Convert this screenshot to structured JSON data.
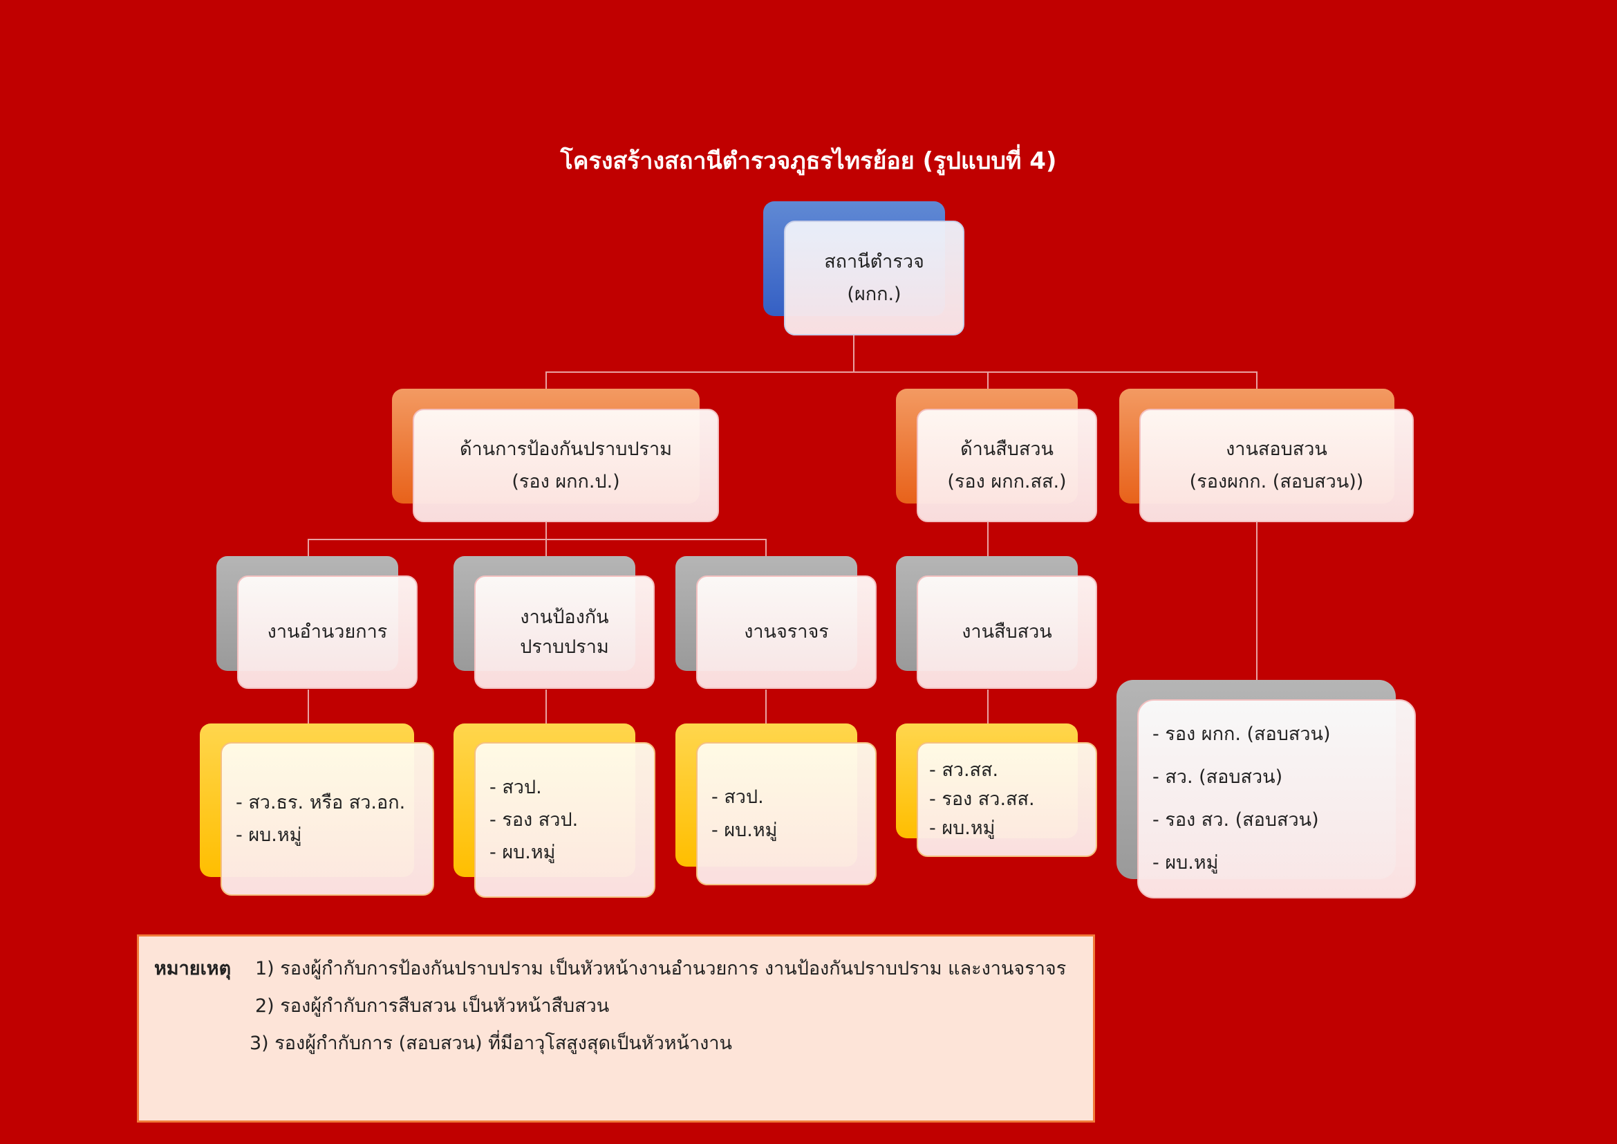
{
  "title": "โครงสร้างสถานีตำรวจภูธรไทรย้อย (รูปแบบที่ 4)",
  "colors": {
    "background": "#c00000",
    "top": "#3a62c0",
    "level1": "#e8601c",
    "level2": "#a6a6a6",
    "level3": "#ffc000"
  },
  "top": {
    "line1": "สถานีตำรวจ",
    "line2": "(ผกก.)"
  },
  "level1": [
    {
      "line1": "ด้านการป้องกันปราบปราม",
      "line2": "(รอง ผกก.ป.)"
    },
    {
      "line1": "ด้านสืบสวน",
      "line2": "(รอง ผกก.สส.)"
    },
    {
      "line1": "งานสอบสวน",
      "line2": "(รองผกก. (สอบสวน))"
    }
  ],
  "level2": [
    {
      "line1": "งานอำนวยการ"
    },
    {
      "line1": "งานป้องกัน",
      "line2": "ปราบปราม"
    },
    {
      "line1": "งานจราจร"
    },
    {
      "line1": "งานสืบสวน"
    }
  ],
  "level3": [
    {
      "items": [
        "- สว.ธร. หรือ สว.อก.",
        "- ผบ.หมู่"
      ]
    },
    {
      "items": [
        "- สวป.",
        "- รอง สวป.",
        "- ผบ.หมู่"
      ]
    },
    {
      "items": [
        "- สวป.",
        "- ผบ.หมู่"
      ]
    },
    {
      "items": [
        "- สว.สส.",
        "- รอง สว.สส.",
        "- ผบ.หมู่"
      ]
    }
  ],
  "investigation": {
    "items": [
      "- รอง ผกก. (สอบสวน)",
      "- สว. (สอบสวน)",
      "- รอง สว. (สอบสวน)",
      "- ผบ.หมู่"
    ]
  },
  "notes": {
    "label": "หมายเหตุ",
    "items": [
      "1) รองผู้กำกับการป้องกันปราบปราม เป็นหัวหน้างานอำนวยการ งานป้องกันปราบปราม และงานจราจร",
      "2) รองผู้กำกับการสืบสวน เป็นหัวหน้าสืบสวน",
      "3) รองผู้กำกับการ (สอบสวน) ที่มีอาวุโสสูงสุดเป็นหัวหน้างาน"
    ]
  }
}
